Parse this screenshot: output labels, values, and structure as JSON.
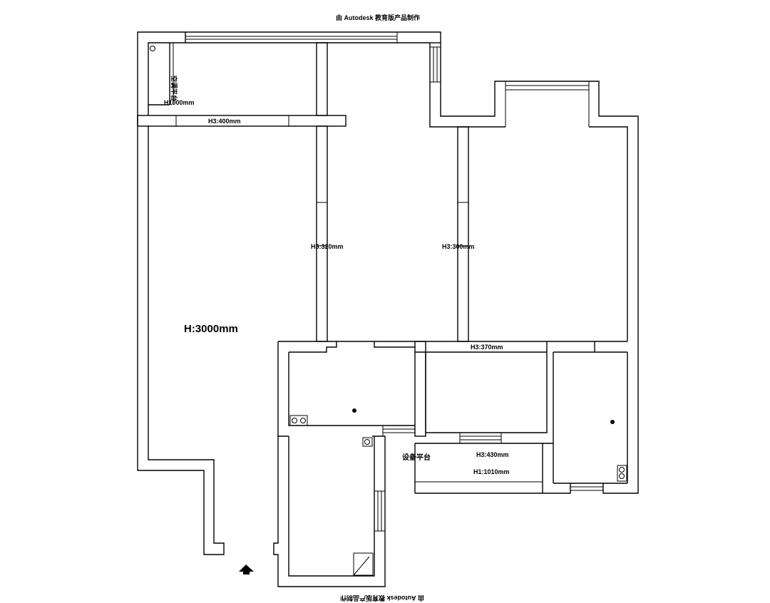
{
  "watermark": {
    "top": "由 Autodesk 教育版产品制作",
    "bottom": "由 Autodesk 教育版产品制作"
  },
  "annotations": {
    "main_height": "H:3000mm",
    "h3_400": "H3:400mm",
    "h3_320": "H3:320mm",
    "h3_300": "H3:300mm",
    "h3_370": "H3:370mm",
    "h3_430": "H3:430mm",
    "h1_1010": "H1:1010mm",
    "h1_1000": "H1000mm",
    "equipment_platform": "设备平台",
    "vertical_note": "空调平台"
  },
  "icons": {
    "entry_arrow": "entry-arrow-icon"
  }
}
